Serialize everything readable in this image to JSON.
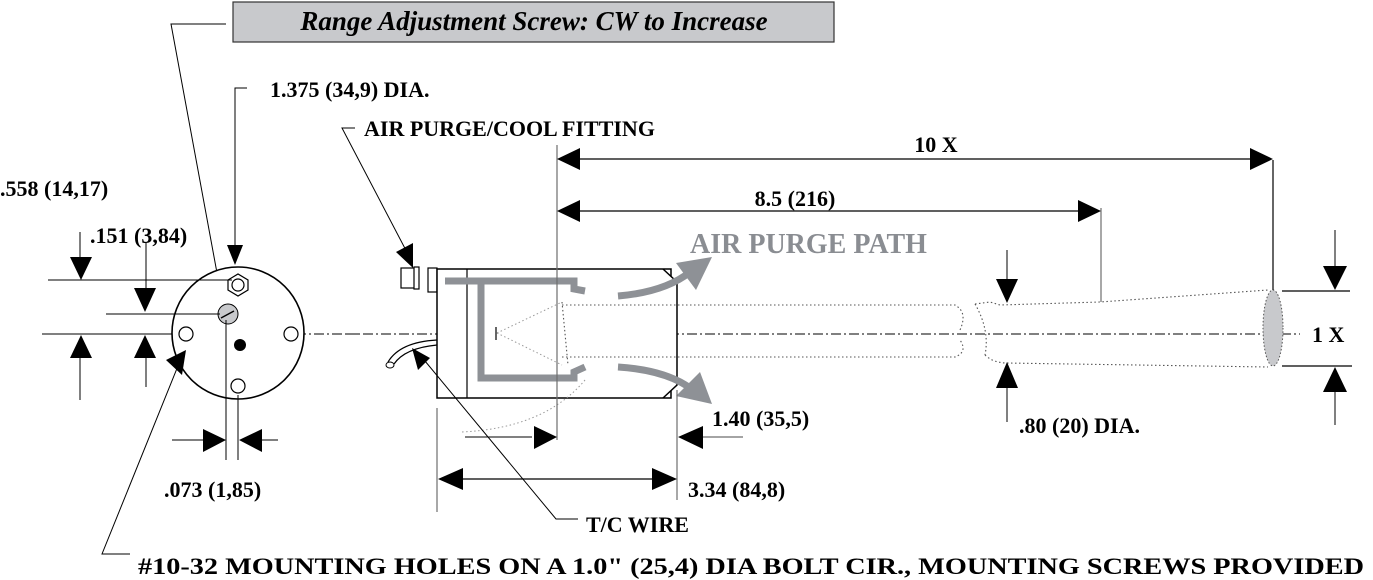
{
  "title_box": {
    "text": "Range Adjustment Screw: CW to Increase",
    "fill_color": "#c8c9cc"
  },
  "front_view": {
    "housing_dia": "1.375 (34,9) DIA.",
    "dim_558": ".558 (14,17)",
    "dim_151": ".151 (3,84)",
    "dim_073": ".073 (1,85)",
    "adjust_screw_color": "#c8c9cc"
  },
  "side_view": {
    "air_fitting": "AIR PURGE/COOL FITTING",
    "air_purge_path": "AIR PURGE PATH",
    "dim_10x": "10 X",
    "dim_85": "8.5 (216)",
    "dim_140": "1.40 (35,5)",
    "dim_334": "3.34 (84,8)",
    "tc_wire": "T/C WIRE",
    "spot_dia": ".80 (20) DIA.",
    "dim_1x": "1 X",
    "purge_color": "#8e9196",
    "spot_color": "#c8c9cc"
  },
  "footer": {
    "mounting_note": "#10-32 MOUNTING HOLES ON A 1.0\" (25,4) DIA BOLT CIR., MOUNTING SCREWS PROVIDED"
  }
}
